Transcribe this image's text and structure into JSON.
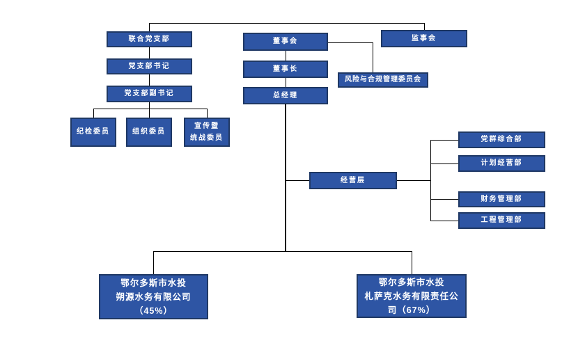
{
  "colors": {
    "box_fill": "#2E55A4",
    "box_border": "#1F3864",
    "connector": "#000000",
    "label_text": "#FFFFFF",
    "background": "#FFFFFF"
  },
  "nodes": {
    "union_party_branch": "联合党支部",
    "party_branch_secretary": "党支部书记",
    "party_branch_deputy_secretary": "党支部副书记",
    "discipline_inspection_member": "纪检委员",
    "organization_member": "组织委员",
    "publicity_united_front_member": "宣传暨\n统战委员",
    "board_of_directors": "董事会",
    "chairman": "董事长",
    "general_manager": "总经理",
    "supervisory_board": "监事会",
    "risk_compliance_committee": "风险与合规管理委员会",
    "management_level": "经营层",
    "departments": [
      "党群综合部",
      "计划经营部",
      "财务管理部",
      "工程管理部"
    ],
    "subsidiary_left": "鄂尔多斯市水投\n朔源水务有限公司\n（45%）",
    "subsidiary_right": "鄂尔多斯市水投\n札萨克水务有限责任公\n司（67%）"
  },
  "ownership": {
    "subsidiary_left_percent": "45%",
    "subsidiary_right_percent": "67%"
  }
}
